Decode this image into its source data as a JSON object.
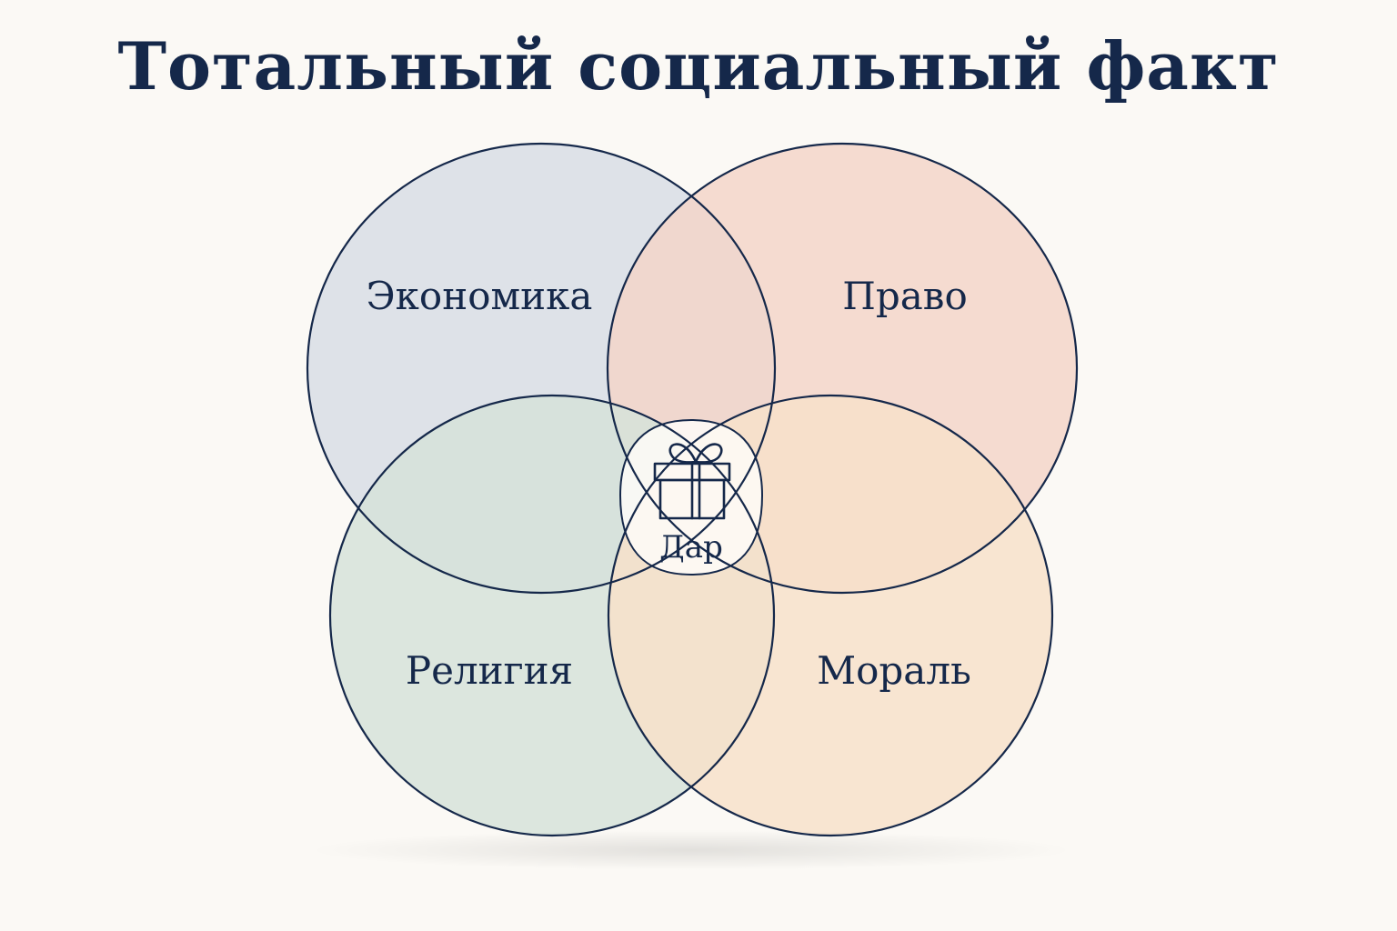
{
  "title": "Тотальный социальный факт",
  "sets": [
    {
      "id": "economy",
      "label": "Экономика",
      "color": "#dfe6f1"
    },
    {
      "id": "law",
      "label": "Право",
      "color": "#f8dcd2"
    },
    {
      "id": "religion",
      "label": "Религия",
      "color": "#dbe9e3"
    },
    {
      "id": "morality",
      "label": "Мораль",
      "color": "#fce8d3"
    }
  ],
  "center": {
    "label": "Дар",
    "icon": "gift-icon"
  },
  "colors": {
    "outline": "#15284a",
    "background": "#fbf9f5",
    "center_fill": "#fefcf8"
  }
}
